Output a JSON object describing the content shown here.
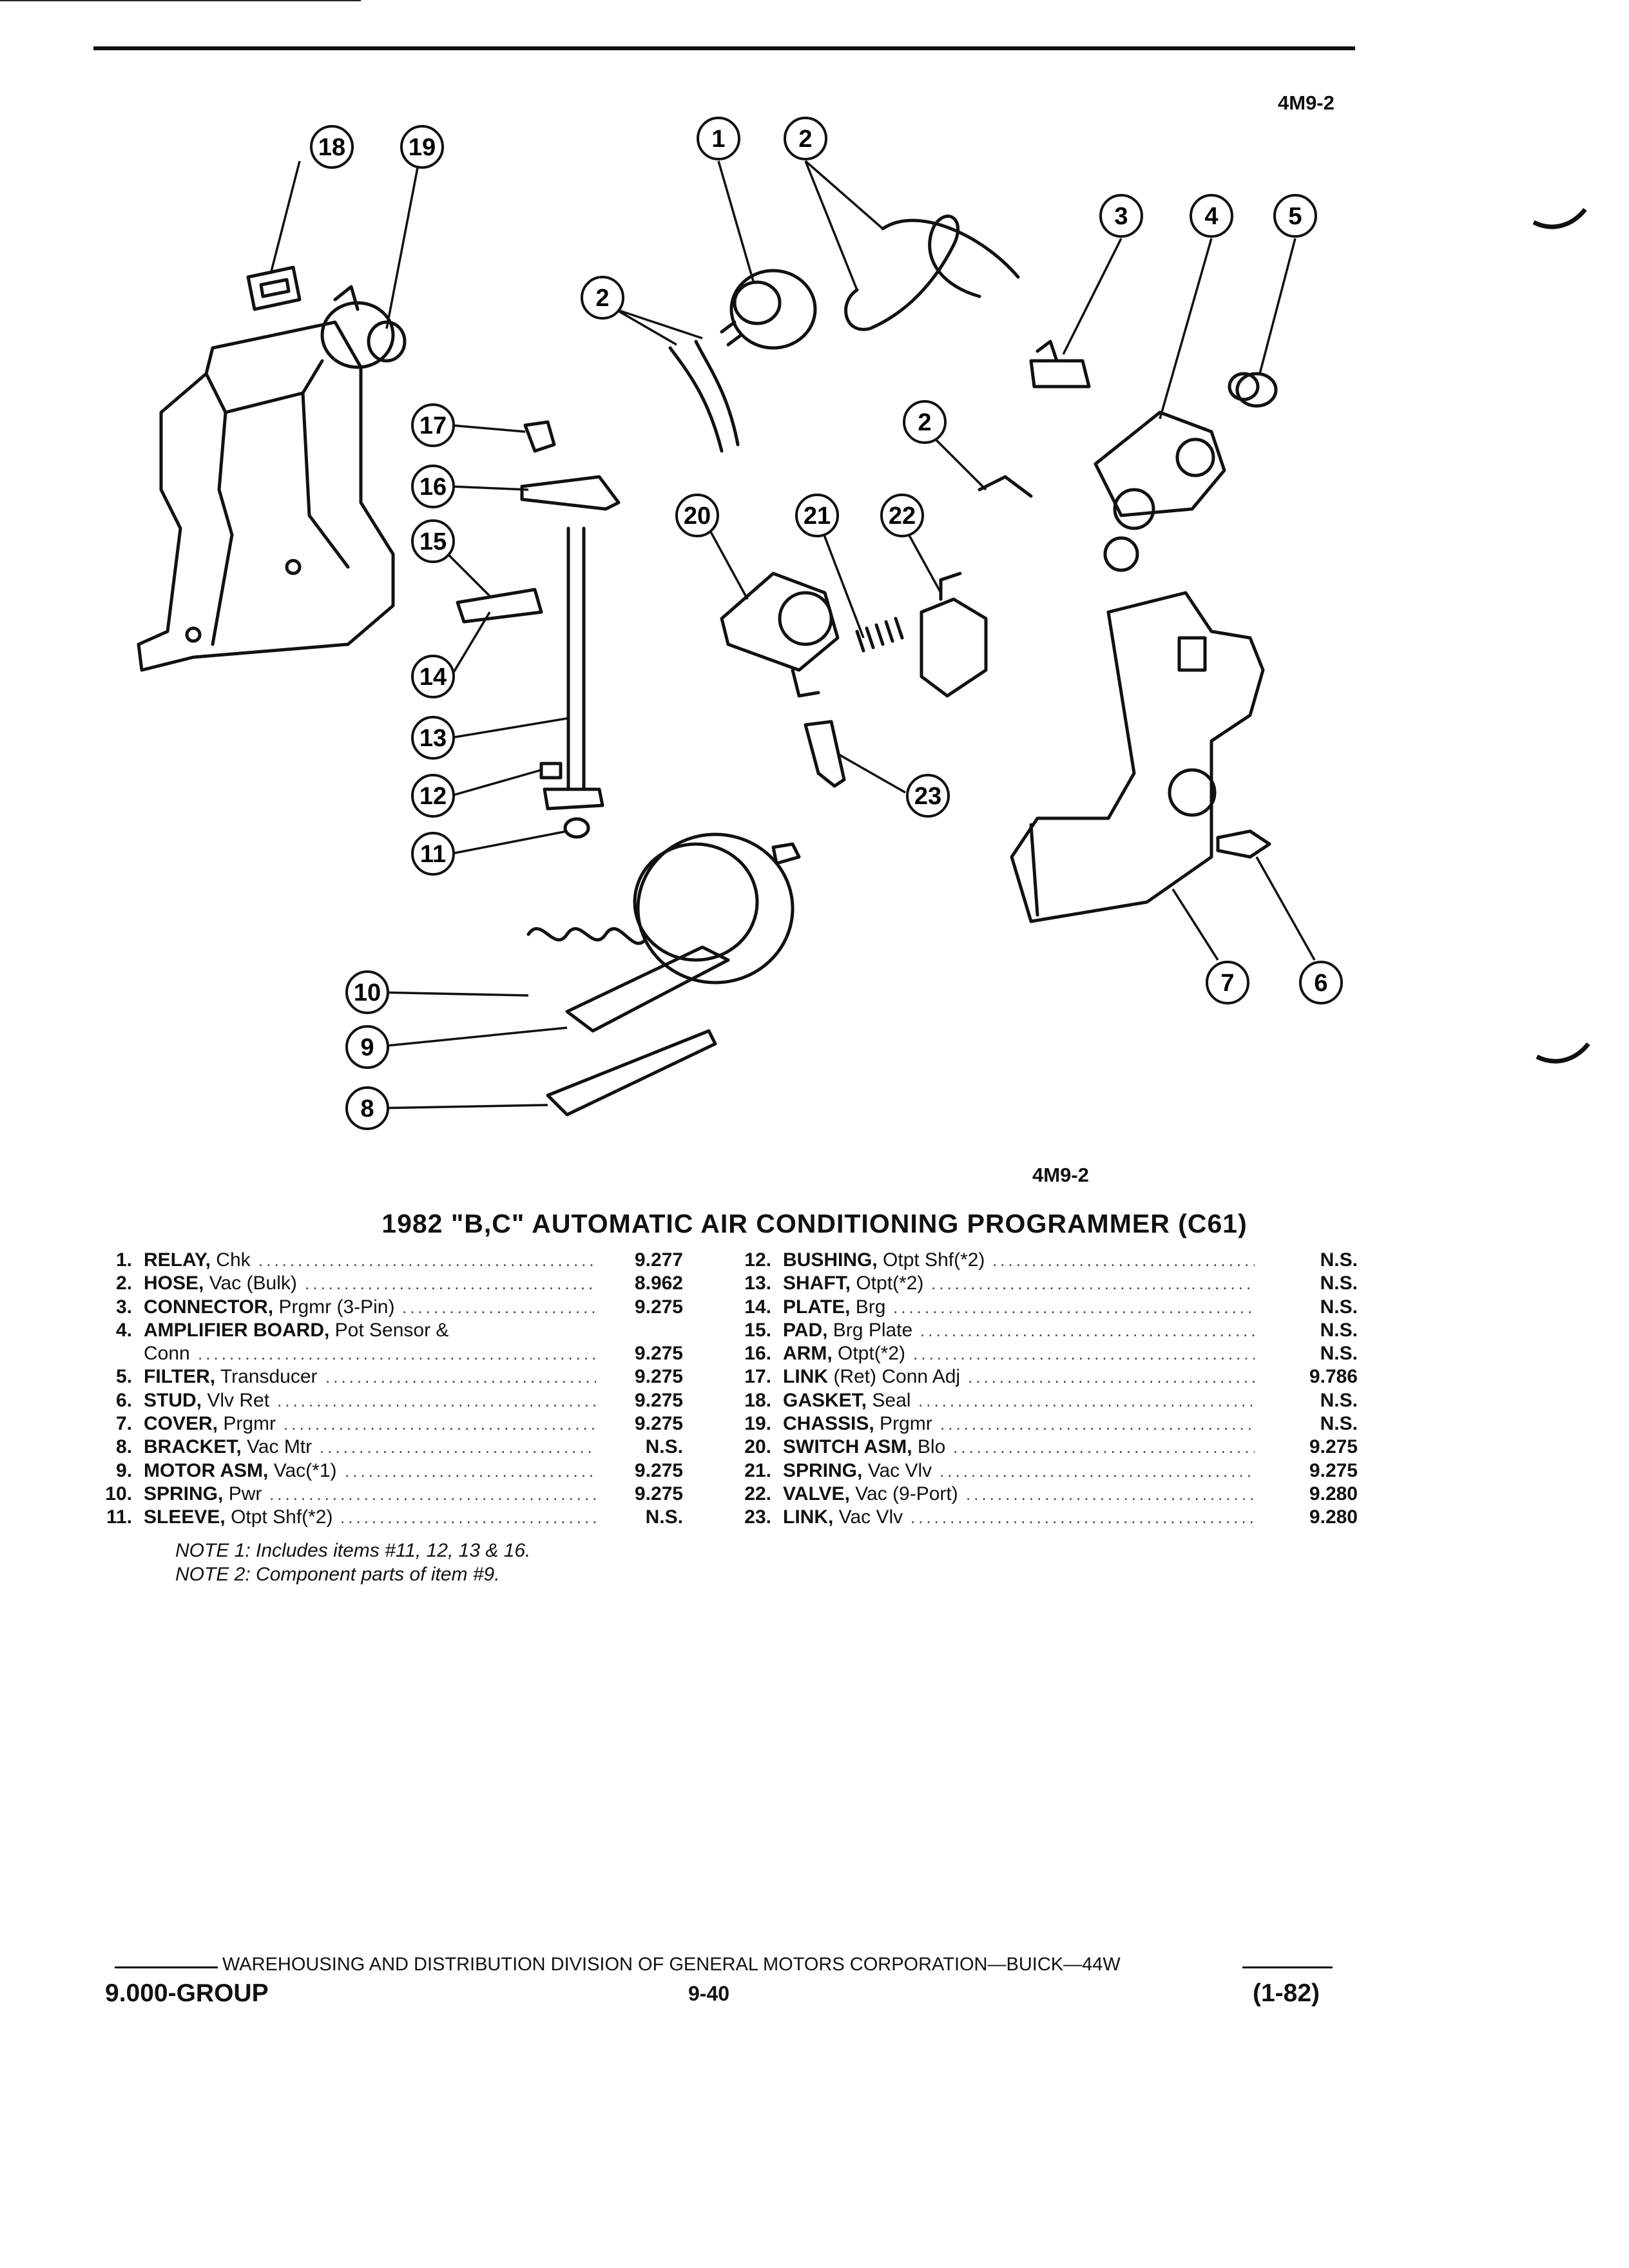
{
  "header": {
    "fig_code_top": "4M9-2",
    "fig_code_bottom": "4M9-2"
  },
  "title": "1982 \"B,C\" AUTOMATIC AIR CONDITIONING PROGRAMMER (C61)",
  "callouts": [
    "1",
    "2",
    "2",
    "2",
    "3",
    "4",
    "5",
    "6",
    "7",
    "8",
    "9",
    "10",
    "11",
    "12",
    "13",
    "14",
    "15",
    "16",
    "17",
    "18",
    "19",
    "20",
    "21",
    "22",
    "23"
  ],
  "parts_left": [
    {
      "num": "1.",
      "name": "RELAY,",
      "detail": "Chk",
      "group": "9.277"
    },
    {
      "num": "2.",
      "name": "HOSE,",
      "detail": "Vac (Bulk)",
      "group": "8.962"
    },
    {
      "num": "3.",
      "name": "CONNECTOR,",
      "detail": "Prgmr (3-Pin)",
      "group": "9.275"
    },
    {
      "num": "4.",
      "name": "AMPLIFIER BOARD,",
      "detail": "Pot Sensor &",
      "group": ""
    },
    {
      "num": "",
      "name": "",
      "detail": "Conn",
      "group": "9.275"
    },
    {
      "num": "5.",
      "name": "FILTER,",
      "detail": "Transducer",
      "group": "9.275"
    },
    {
      "num": "6.",
      "name": "STUD,",
      "detail": "Vlv Ret",
      "group": "9.275"
    },
    {
      "num": "7.",
      "name": "COVER,",
      "detail": "Prgmr",
      "group": "9.275"
    },
    {
      "num": "8.",
      "name": "BRACKET,",
      "detail": "Vac Mtr",
      "group": "N.S."
    },
    {
      "num": "9.",
      "name": "MOTOR ASM,",
      "detail": "Vac(*1)",
      "group": "9.275"
    },
    {
      "num": "10.",
      "name": "SPRING,",
      "detail": "Pwr",
      "group": "9.275"
    },
    {
      "num": "11.",
      "name": "SLEEVE,",
      "detail": "Otpt Shf(*2)",
      "group": "N.S."
    }
  ],
  "parts_right": [
    {
      "num": "12.",
      "name": "BUSHING,",
      "detail": "Otpt Shf(*2)",
      "group": "N.S."
    },
    {
      "num": "13.",
      "name": "SHAFT,",
      "detail": "Otpt(*2)",
      "group": "N.S."
    },
    {
      "num": "14.",
      "name": "PLATE,",
      "detail": "Brg",
      "group": "N.S."
    },
    {
      "num": "15.",
      "name": "PAD,",
      "detail": "Brg Plate",
      "group": "N.S."
    },
    {
      "num": "16.",
      "name": "ARM,",
      "detail": "Otpt(*2)",
      "group": "N.S."
    },
    {
      "num": "17.",
      "name": "LINK",
      "detail": "(Ret) Conn Adj",
      "group": "9.786"
    },
    {
      "num": "18.",
      "name": "GASKET,",
      "detail": "Seal",
      "group": "N.S."
    },
    {
      "num": "19.",
      "name": "CHASSIS,",
      "detail": "Prgmr",
      "group": "N.S."
    },
    {
      "num": "20.",
      "name": "SWITCH ASM,",
      "detail": "Blo",
      "group": "9.275"
    },
    {
      "num": "21.",
      "name": "SPRING,",
      "detail": "Vac Vlv",
      "group": "9.275"
    },
    {
      "num": "22.",
      "name": "VALVE,",
      "detail": "Vac (9-Port)",
      "group": "9.280"
    },
    {
      "num": "23.",
      "name": "LINK,",
      "detail": "Vac Vlv",
      "group": "9.280"
    }
  ],
  "notes": [
    "NOTE 1: Includes items #11, 12, 13 & 16.",
    "NOTE 2: Component parts of item #9."
  ],
  "footer": {
    "division": "WAREHOUSING AND DISTRIBUTION  DIVISION OF GENERAL MOTORS CORPORATION—BUICK—44W",
    "group": "9.000-GROUP",
    "page": "9-40",
    "date": "(1-82)"
  }
}
